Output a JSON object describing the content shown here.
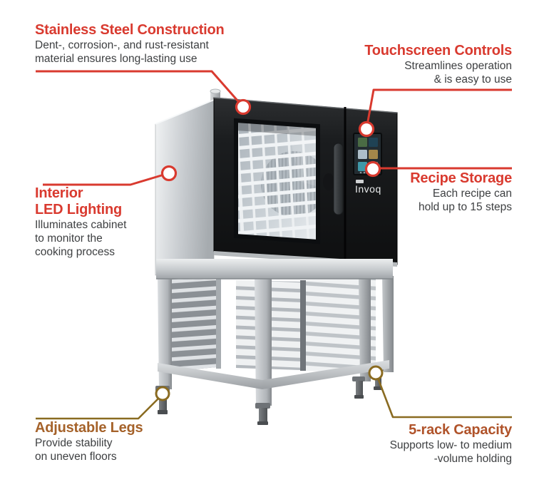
{
  "colors": {
    "callout_red": "#d93a2f",
    "callout_gold": "#8a6b21",
    "heading_red": "#d93a2f",
    "heading_legs_gold": "#a5622a",
    "heading_racks_brick": "#b0532a",
    "body_text": "#3d3f41",
    "marker_fill": "#ffffff"
  },
  "oven": {
    "brand": "Invoq",
    "touchscreen_tiles": [
      "#4a6b44",
      "#1f4254",
      "#aebfc9",
      "#a3874a",
      "#3f98a8",
      "#9aa0a3"
    ]
  },
  "callouts": {
    "stainless": {
      "title": "Stainless Steel Construction",
      "lines": [
        "Dent-, corrosion-, and rust-resistant",
        "material ensures long-lasting use"
      ]
    },
    "touchscreen": {
      "title": "Touchscreen Controls",
      "lines": [
        "Streamlines operation",
        "& is easy to use"
      ]
    },
    "led": {
      "title_lines": [
        "Interior",
        "LED Lighting"
      ],
      "lines": [
        "Illuminates cabinet",
        "to monitor the",
        "cooking process"
      ]
    },
    "recipe": {
      "title": "Recipe Storage",
      "lines": [
        "Each recipe can",
        "hold up to 15 steps"
      ]
    },
    "legs": {
      "title": "Adjustable Legs",
      "lines": [
        "Provide stability",
        "on uneven floors"
      ]
    },
    "racks": {
      "title": "5-rack Capacity",
      "lines": [
        "Supports low- to medium",
        "-volume holding"
      ]
    }
  }
}
